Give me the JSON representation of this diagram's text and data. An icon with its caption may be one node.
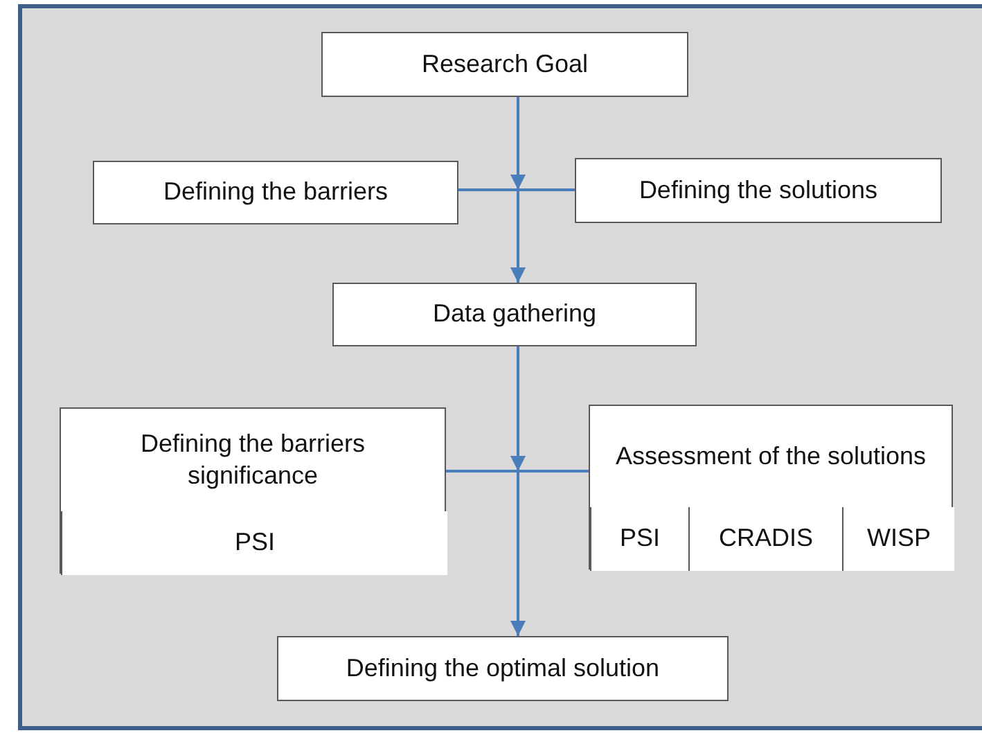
{
  "diagram": {
    "nodes": [
      {
        "text": [
          "Research Goal"
        ]
      },
      {
        "text": [
          "Defining the barriers"
        ]
      },
      {
        "text": [
          "Defining the solutions"
        ]
      },
      {
        "text": [
          "Data gathering"
        ]
      },
      {
        "text": [
          "Defining the barriers significance"
        ]
      },
      {
        "text": [
          "PSI"
        ],
        "in": 4
      },
      {
        "text": [
          "Assessment of the solutions"
        ]
      },
      {
        "text": [
          "PSI"
        ],
        "in": 6
      },
      {
        "text": [
          "CRADIS"
        ],
        "in": 6
      },
      {
        "text": [
          "WISP"
        ],
        "in": 6
      },
      {
        "text": [
          "Defining the optimal solution"
        ]
      }
    ],
    "edges": [
      {
        "from": 0,
        "to": 3,
        "arrow": "to"
      },
      {
        "from": 1,
        "to": 2,
        "arrow": "none"
      },
      {
        "from": 3,
        "to": 10,
        "arrow": "to"
      },
      {
        "from": 4,
        "to": 6,
        "arrow": "none"
      }
    ]
  }
}
